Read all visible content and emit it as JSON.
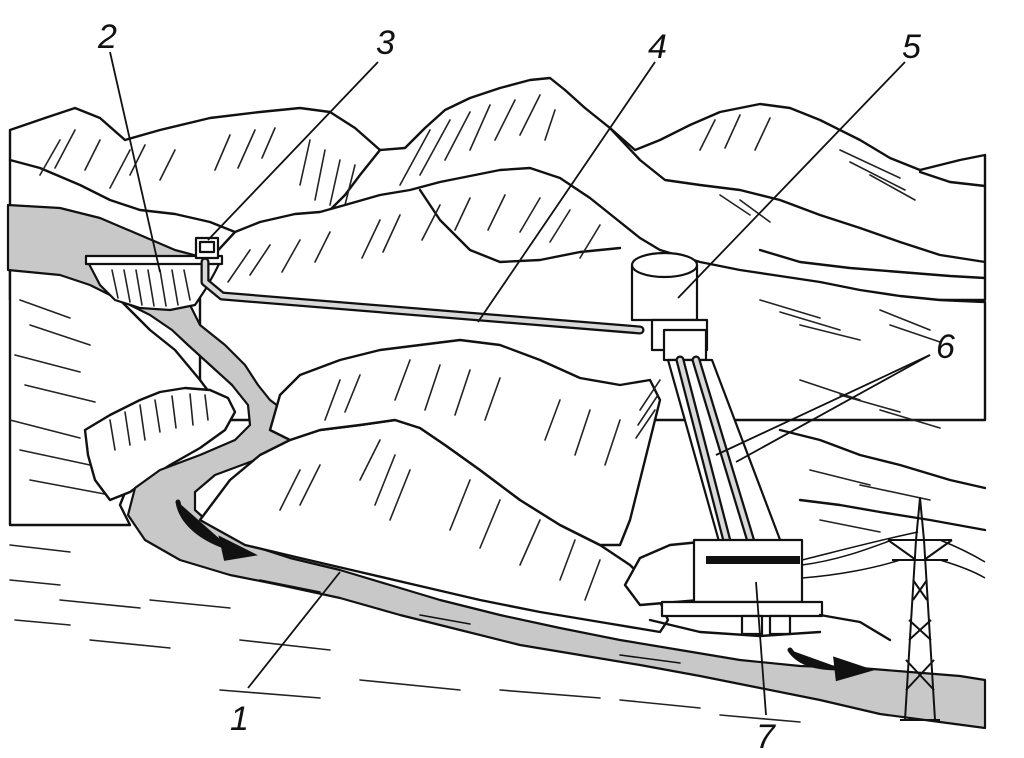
{
  "diagram": {
    "labels": {
      "l1": "1",
      "l2": "2",
      "l3": "3",
      "l4": "4",
      "l5": "5",
      "l6": "6",
      "l7": "7"
    },
    "colors": {
      "water": "#c8c8c8",
      "ink": "#111111",
      "background": "#ffffff"
    }
  }
}
